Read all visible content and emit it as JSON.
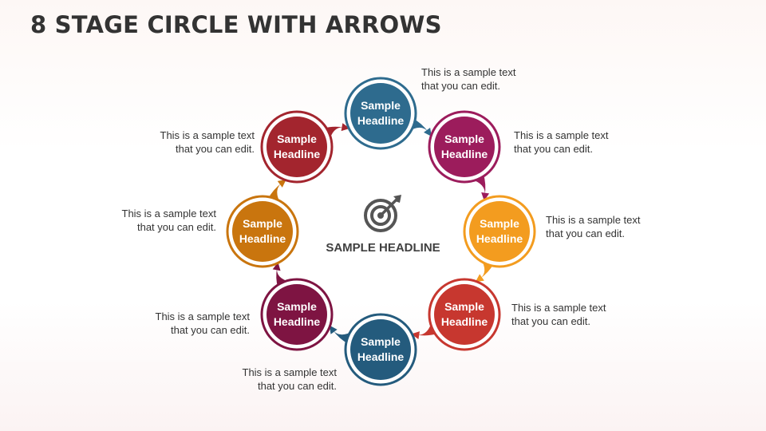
{
  "title": "8 STAGE CIRCLE WITH ARROWS",
  "center": {
    "headline": "SAMPLE HEADLINE",
    "icon": "target-arrow-icon"
  },
  "stages": [
    {
      "label1": "Sample",
      "label2": "Headline",
      "text1": "This is a sample text",
      "text2": "that you can edit.",
      "color": "#2e6b8e"
    },
    {
      "label1": "Sample",
      "label2": "Headline",
      "text1": "This is a sample text",
      "text2": "that you can edit.",
      "color": "#9c1c5c"
    },
    {
      "label1": "Sample",
      "label2": "Headline",
      "text1": "This is a sample text",
      "text2": "that you can edit.",
      "color": "#f39c1f"
    },
    {
      "label1": "Sample",
      "label2": "Headline",
      "text1": "This is a sample text",
      "text2": "that you can edit.",
      "color": "#c7372f"
    },
    {
      "label1": "Sample",
      "label2": "Headline",
      "text1": "This is a sample text",
      "text2": "that you can edit.",
      "color": "#245b7d"
    },
    {
      "label1": "Sample",
      "label2": "Headline",
      "text1": "This is a sample text",
      "text2": "that you can edit.",
      "color": "#7e1442"
    },
    {
      "label1": "Sample",
      "label2": "Headline",
      "text1": "This is a sample text",
      "text2": "that you can edit.",
      "color": "#c9750e"
    },
    {
      "label1": "Sample",
      "label2": "Headline",
      "text1": "This is a sample text",
      "text2": "that you can edit.",
      "color": "#a3252e"
    }
  ]
}
